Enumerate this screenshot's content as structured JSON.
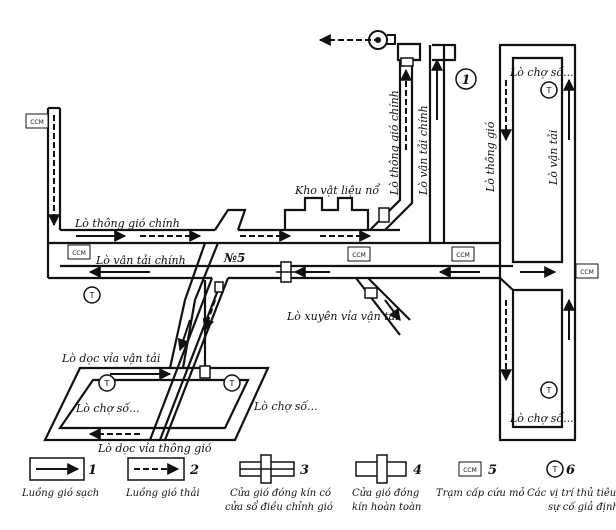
{
  "labels": {
    "lo_thong_gio_chinh_h": "Lò thông gió chính",
    "lo_van_tai_chinh_h": "Lò vận tải chính",
    "kho": "Kho vật liệu nổ",
    "no5": "№5",
    "lo_xuyen_via": "Lò xuyên vỉa vận tải",
    "lo_doc_via_van_tai": "Lò dọc vỉa vận tải",
    "lo_doc_via_thong_gio": "Lò dọc vỉa thông gió",
    "lo_cho_so_1": "Lò chợ số...",
    "lo_cho_so_2": "Lò chợ số...",
    "lo_cho_so_3": "Lò chợ số...",
    "lo_cho_so_4": "Lò chợ số...",
    "lo_thong_gio_chinh_v": "Lò thông gió chính",
    "lo_van_tai_chinh_v": "Lò vận tải chính",
    "lo_thong_gio_r": "Lò thông gió",
    "lo_van_tai_r": "Lò vận tải",
    "one": "1"
  },
  "symbols": {
    "ccm": "CCM",
    "t": "T"
  },
  "legend": [
    {
      "num": "1",
      "text1": "Luồng gió sạch",
      "text2": ""
    },
    {
      "num": "2",
      "text1": "Luồng gió thải",
      "text2": ""
    },
    {
      "num": "3",
      "text1": "Cửa gió đóng kín có",
      "text2": "cửa sổ điều chỉnh gió"
    },
    {
      "num": "4",
      "text1": "Cửa gió đóng",
      "text2": "kín hoàn toàn"
    },
    {
      "num": "5",
      "text1": "Trạm cấp cứu mỏ",
      "text2": ""
    },
    {
      "num": "6",
      "text1": "Các vị trí thủ tiêu",
      "text2": "sự cố giả định"
    }
  ]
}
